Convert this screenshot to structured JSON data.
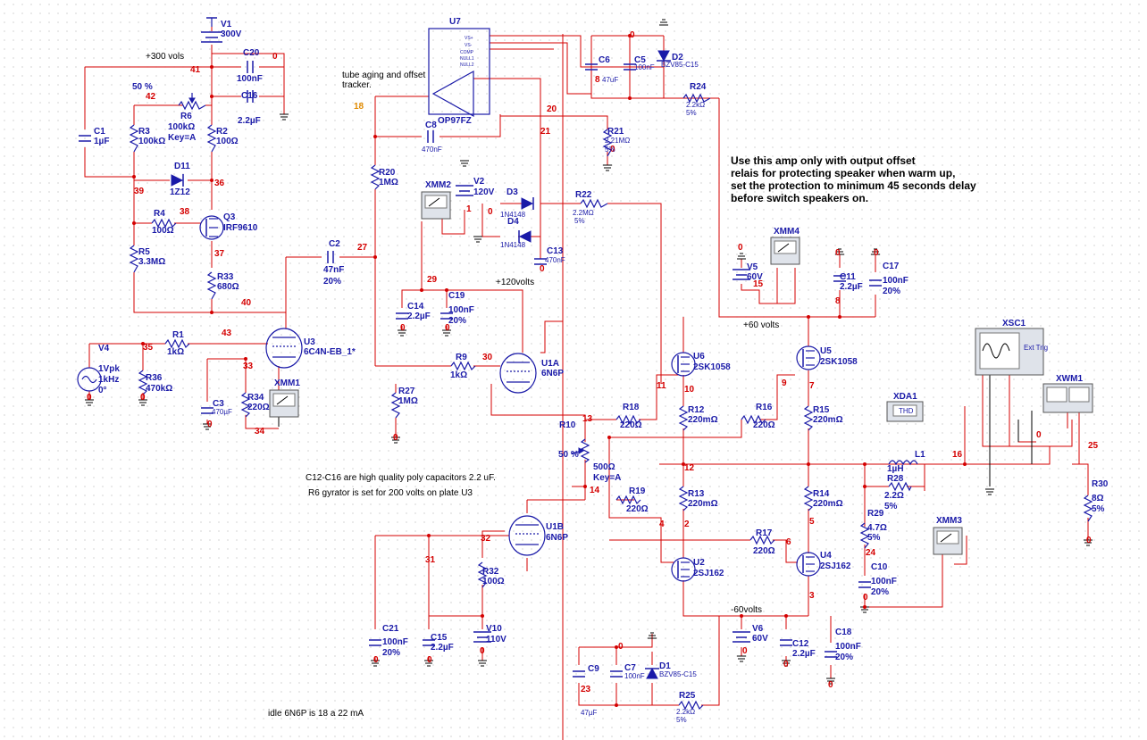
{
  "colors": {
    "wire": "#d40000",
    "component": "#1a1aa8",
    "net_label": "#d40000",
    "text": "#000000",
    "grid_dot": "#b9b9b9"
  },
  "annotations": {
    "plus300": "+300 vols",
    "tube_aging": "tube aging and offset tracker",
    "plus120": "+120volts",
    "plus60": "+60 volts",
    "minus60": "-60volts",
    "use_amp": "Use this amp only with output offset relais for protecting speaker when warm up, set the protection to minimum 45 seconds delay before switch speakers on.",
    "c12c16": "C12-C16 are high quality poly capacitors 2.2 uF.",
    "r6gyr": "R6 gyrator is set for 200 volts on plate U3",
    "idle": "idle 6N6P is 18 a 22 mA",
    "pct50a": "50 %",
    "pct50b": "50 %"
  },
  "components": {
    "V1": [
      "V1",
      "300V"
    ],
    "C20": [
      "C20",
      "100nF"
    ],
    "R6": [
      "R6",
      "100kΩ",
      "Key=A"
    ],
    "C16": [
      "C16",
      "2.2µF"
    ],
    "C1": [
      "C1",
      "1µF"
    ],
    "R3": [
      "R3",
      "100kΩ"
    ],
    "R2": [
      "R2",
      "100Ω"
    ],
    "D11": [
      "D11",
      "1Z12"
    ],
    "R4": [
      "R4",
      "100Ω"
    ],
    "Q3": [
      "Q3",
      "IRF9610"
    ],
    "R5": [
      "R5",
      "3.3MΩ"
    ],
    "R33": [
      "R33",
      "680Ω"
    ],
    "U7": [
      "U7",
      "OP97FZ"
    ],
    "C8": [
      "C8",
      "470nF"
    ],
    "R20": [
      "R20",
      "1MΩ"
    ],
    "V2": [
      "V2",
      "120V"
    ],
    "XMM2": [
      "XMM2"
    ],
    "D3": [
      "D3",
      "1N4148"
    ],
    "D4": [
      "D4",
      "1N4148"
    ],
    "R22": [
      "R22",
      "2.2MΩ",
      "5%"
    ],
    "C13": [
      "C13",
      "470nF"
    ],
    "C6": [
      "C6",
      "47uF"
    ],
    "C5": [
      "C5",
      "100nF"
    ],
    "D2": [
      "D2",
      "BZV85-C15"
    ],
    "R24": [
      "R24",
      "2.2kΩ",
      "5%"
    ],
    "R21": [
      "R21",
      "2.21MΩ",
      "5%"
    ],
    "C2": [
      "C2",
      "47nF",
      "20%"
    ],
    "C14": [
      "C14",
      "2.2µF"
    ],
    "C19": [
      "C19",
      "100nF",
      "20%"
    ],
    "V4": [
      "V4",
      "1Vpk",
      "1kHz",
      "0°"
    ],
    "R1": [
      "R1",
      "1kΩ"
    ],
    "R36": [
      "R36",
      "470kΩ"
    ],
    "U3": [
      "U3",
      "6C4N-EB_1*"
    ],
    "C3": [
      "C3",
      "470µF"
    ],
    "R34": [
      "R34",
      "220Ω"
    ],
    "XMM1": [
      "XMM1"
    ],
    "R9": [
      "R9",
      "1kΩ"
    ],
    "U1A": [
      "U1A",
      "6N6P"
    ],
    "R27": [
      "R27",
      "1MΩ"
    ],
    "R10": [
      "R10",
      "500Ω",
      "Key=A"
    ],
    "R18": [
      "R18",
      "220Ω"
    ],
    "R19": [
      "R19",
      "220Ω"
    ],
    "U1B": [
      "U1B",
      "6N6P"
    ],
    "R32": [
      "R32",
      "100Ω"
    ],
    "V10": [
      "V10",
      "110V"
    ],
    "C21": [
      "C21",
      "100nF",
      "20%"
    ],
    "C15": [
      "C15",
      "2.2µF"
    ],
    "V5": [
      "V5",
      "60V"
    ],
    "XMM4": [
      "XMM4"
    ],
    "C11": [
      "C11",
      "2.2µF"
    ],
    "C17": [
      "C17",
      "100nF",
      "20%"
    ],
    "U6": [
      "U6",
      "2SK1058"
    ],
    "U5": [
      "U5",
      "2SK1058"
    ],
    "R12": [
      "R12",
      "220mΩ"
    ],
    "R16": [
      "R16",
      "220Ω"
    ],
    "R15": [
      "R15",
      "220mΩ"
    ],
    "R13": [
      "R13",
      "220mΩ"
    ],
    "R17": [
      "R17",
      "220Ω"
    ],
    "R14": [
      "R14",
      "220mΩ"
    ],
    "U2": [
      "U2",
      "2SJ162"
    ],
    "U4": [
      "U4",
      "2SJ162"
    ],
    "V6": [
      "V6",
      "60V"
    ],
    "C12": [
      "C12",
      "2.2µF"
    ],
    "C18": [
      "C18",
      "100nF",
      "20%"
    ],
    "C9": [
      "C9",
      "47µF"
    ],
    "C7": [
      "C7",
      "100nF"
    ],
    "D1": [
      "D1",
      "BZV85-C15"
    ],
    "R25": [
      "R25",
      "2.2kΩ",
      "5%"
    ],
    "XSC1": [
      "XSC1",
      "Ext Trig"
    ],
    "XDA1": [
      "XDA1",
      "THD"
    ],
    "XWM1": [
      "XWM1"
    ],
    "L1": [
      "L1",
      "1µH"
    ],
    "R28": [
      "R28",
      "2.2Ω",
      "5%"
    ],
    "R29": [
      "R29",
      "4.7Ω",
      "5%"
    ],
    "C10": [
      "C10",
      "100nF",
      "20%"
    ],
    "XMM3": [
      "XMM3"
    ],
    "R30": [
      "R30",
      "8Ω",
      "5%"
    ]
  },
  "nets": [
    "0",
    "1",
    "2",
    "3",
    "4",
    "5",
    "6",
    "7",
    "8",
    "9",
    "10",
    "11",
    "12",
    "13",
    "14",
    "15",
    "16",
    "18",
    "20",
    "21",
    "23",
    "24",
    "25",
    "27",
    "29",
    "30",
    "31",
    "32",
    "33",
    "34",
    "35",
    "36",
    "37",
    "38",
    "39",
    "40",
    "41",
    "42",
    "43"
  ]
}
